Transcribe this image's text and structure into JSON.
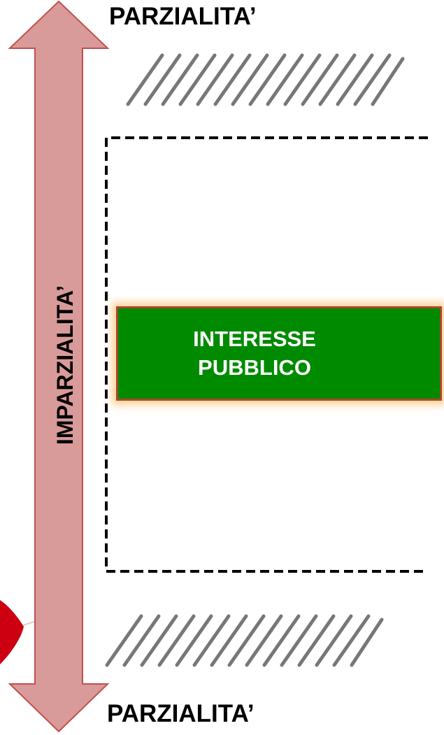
{
  "labels": {
    "top": "PARZIALITA’",
    "bottom": "PARZIALITA’",
    "axis": "IMPARZIALITA’"
  },
  "box": {
    "line1": "INTERESSE",
    "line2": "PUBBLICO"
  },
  "colors": {
    "arrow_fill": "#d99a9a",
    "arrow_stroke": "#c0504d",
    "green_box": "#008a00",
    "green_border": "#a8482e",
    "hatch": "#777777",
    "dashed_frame": "#000000"
  }
}
